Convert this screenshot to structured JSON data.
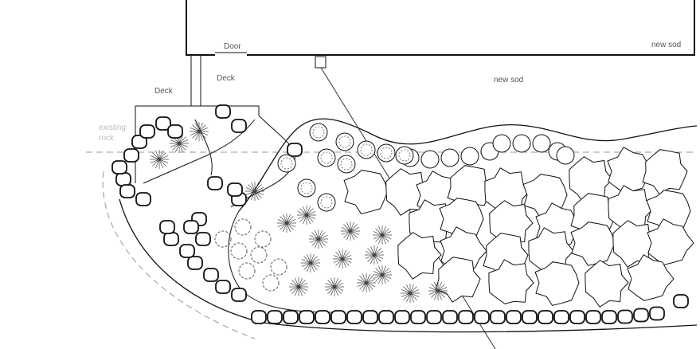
{
  "labels": {
    "door": "Door",
    "deck_upper": "Deck",
    "deck_lower": "Deck",
    "existing_rock": [
      "existing",
      "rock"
    ],
    "sod_right": "new sod",
    "sod_center": "new sod"
  },
  "colors": {
    "line": "#111111",
    "faint": "#bbbbbb",
    "background": "#ffffff"
  }
}
